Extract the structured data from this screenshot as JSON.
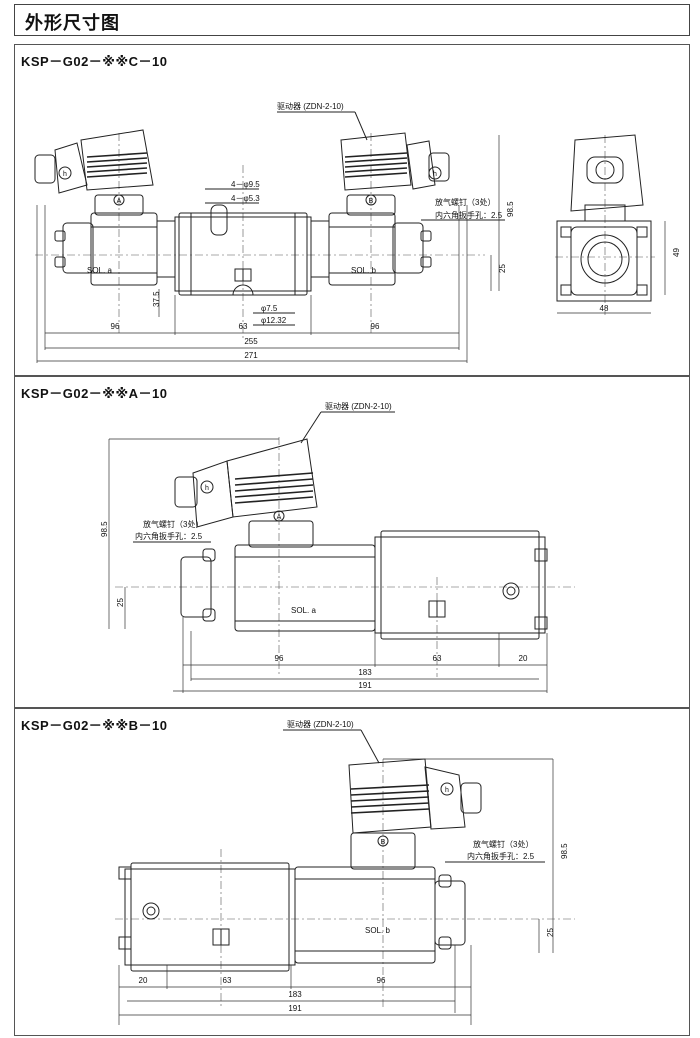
{
  "header": {
    "title": "外形尺寸图"
  },
  "sections": [
    {
      "title": "KSP－G02－※※C－10",
      "driver_label": "驱动器 (ZDN-2-10)",
      "vent_label_1": "放气螺钉（3处）",
      "vent_label_2": "内六角扳手孔：2.5",
      "hole_label_1": "4－φ9.5",
      "hole_label_2": "4－φ5.3",
      "bolt_label_1": "φ7.5",
      "bolt_label_2": "φ12.32",
      "sol_a": "SOL. a",
      "sol_b": "SOL. b",
      "circle_a": "A",
      "circle_b": "B",
      "circle_h": "h",
      "dims": {
        "d96_left": "96",
        "d63": "63",
        "d96_right": "96",
        "d255": "255",
        "d271": "271",
        "d37_5": "37.5",
        "d98_5": "98.5",
        "d25": "25",
        "d49": "49",
        "d48": "48"
      }
    },
    {
      "title": "KSP－G02－※※A－10",
      "driver_label": "驱动器 (ZDN-2-10)",
      "vent_label_1": "放气螺钉（3处）",
      "vent_label_2": "内六角扳手孔：2.5",
      "sol_a": "SOL. a",
      "circle_a": "A",
      "circle_h": "h",
      "dims": {
        "d98_5": "98.5",
        "d25": "25",
        "d96": "96",
        "d63": "63",
        "d20": "20",
        "d183": "183",
        "d191": "191"
      }
    },
    {
      "title": "KSP－G02－※※B－10",
      "driver_label": "驱动器 (ZDN-2-10)",
      "vent_label_1": "放气螺钉（3处）",
      "vent_label_2": "内六角扳手孔：2.5",
      "sol_b": "SOL. b",
      "circle_b": "B",
      "circle_h": "h",
      "dims": {
        "d98_5": "98.5",
        "d25": "25",
        "d20": "20",
        "d63": "63",
        "d96": "96",
        "d183": "183",
        "d191": "191"
      }
    }
  ]
}
